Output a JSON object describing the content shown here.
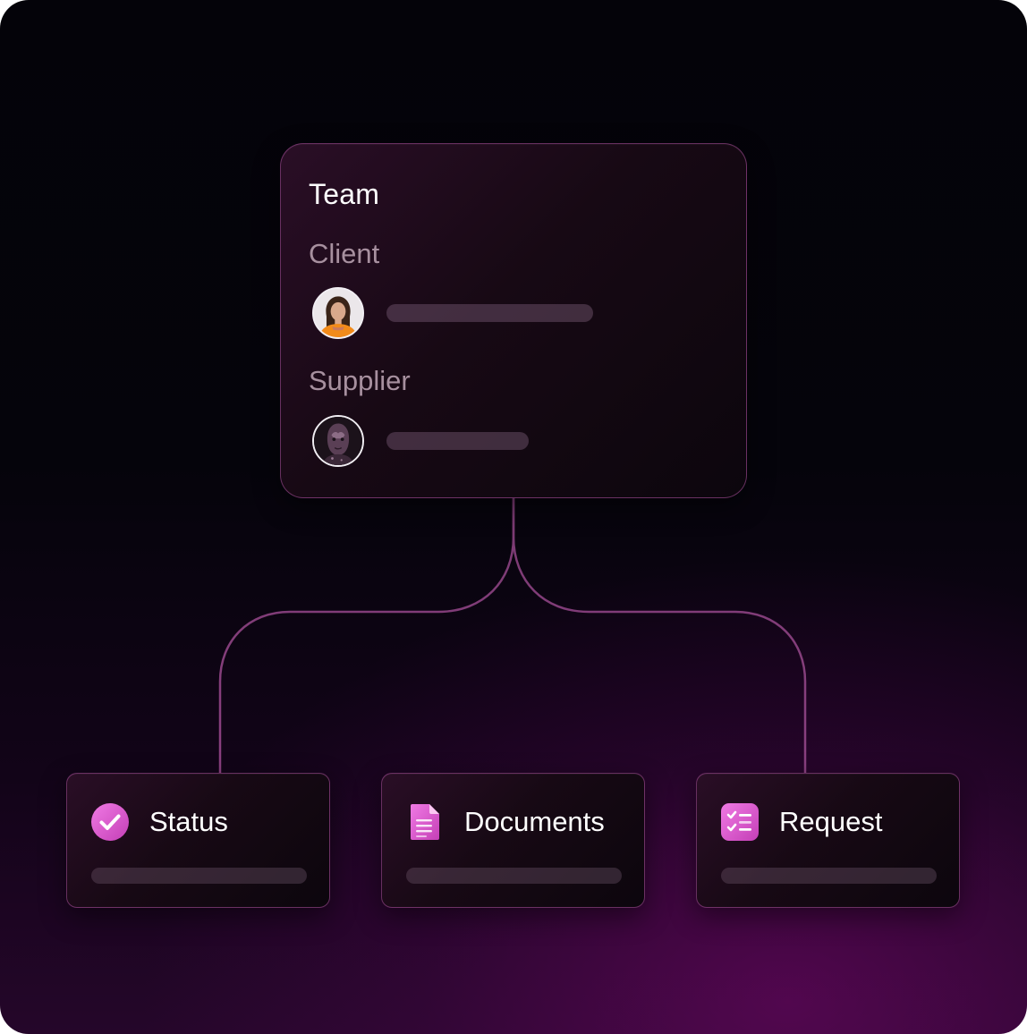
{
  "team_card": {
    "title": "Team",
    "sections": [
      {
        "label": "Client",
        "avatar": "client-avatar"
      },
      {
        "label": "Supplier",
        "avatar": "supplier-avatar"
      }
    ]
  },
  "cards": [
    {
      "label": "Status",
      "icon": "check-circle-icon"
    },
    {
      "label": "Documents",
      "icon": "document-icon"
    },
    {
      "label": "Request",
      "icon": "checklist-icon"
    }
  ],
  "colors": {
    "accent": "#e055d0",
    "connector": "#7a3a72",
    "card_border": "#96468c",
    "muted_text": "#a7909f"
  }
}
